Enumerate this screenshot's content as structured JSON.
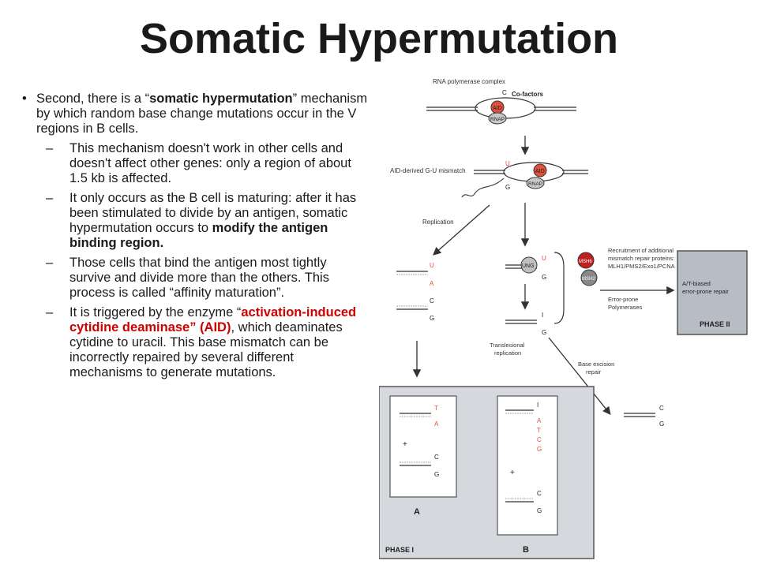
{
  "slide": {
    "title": "Somatic Hypermutation",
    "bullet_glyph": "•",
    "dash_glyph": "–"
  },
  "bullets": {
    "main": {
      "t1": "Second, there is a “",
      "b1": "somatic hypermutation",
      "t2": "” mechanism by which random base change mutations occur in the V regions in B cells."
    },
    "sub1": "This mechanism doesn't work in other cells and doesn't affect other genes: only a region of about 1.5 kb is affected.",
    "sub2": {
      "t1": "It only occurs as the B cell is maturing: after it has been stimulated to divide by an antigen, somatic hypermutation occurs to ",
      "b1": "modify the antigen binding region."
    },
    "sub3": "Those cells that bind the antigen most tightly survive and divide more than the others.  This process is called “affinity maturation”.",
    "sub4": {
      "t1": " It is triggered by the enzyme “",
      "r1": "activation-induced cytidine deaminase” (AID)",
      "t2": ", which deaminates cytidine to uracil.  This base mismatch can be incorrectly repaired by several different mechanisms to generate mutations."
    }
  },
  "diagram": {
    "rna_pol_label": "RNA polymerase complex",
    "cofactors": "Co-factors",
    "aid": "AID",
    "rnap": "RNAP",
    "base_c": "C",
    "base_u": "U",
    "base_g": "G",
    "base_a": "A",
    "base_t": "T",
    "base_i": "I",
    "mismatch_label": "AID-derived G-U mismatch",
    "replication": "Replication",
    "ung": "UNG",
    "msh6": "MSH6",
    "msh2": "MSH2",
    "recruitment": [
      "Recruitment of additional",
      "mismatch repair proteins:",
      "MLH1/PMS2/Exo1/PCNA"
    ],
    "error_prone": [
      "Error-prone",
      "Polymerases"
    ],
    "at_biased": [
      "A/T-biased",
      "error-prone repair"
    ],
    "phase2": "PHASE II",
    "translesional": [
      "Translesional",
      "replication"
    ],
    "base_excision": [
      "Base excision",
      "repair"
    ],
    "phase1": "PHASE I",
    "panel_a": "A",
    "panel_b": "B",
    "plus": "+"
  },
  "colors": {
    "text": "#1a1a1a",
    "highlight": "#d00000",
    "diagram_red": "#e0503a",
    "phase_box": "#b8bcc4",
    "phase_box_light": "#d5d8dd"
  }
}
